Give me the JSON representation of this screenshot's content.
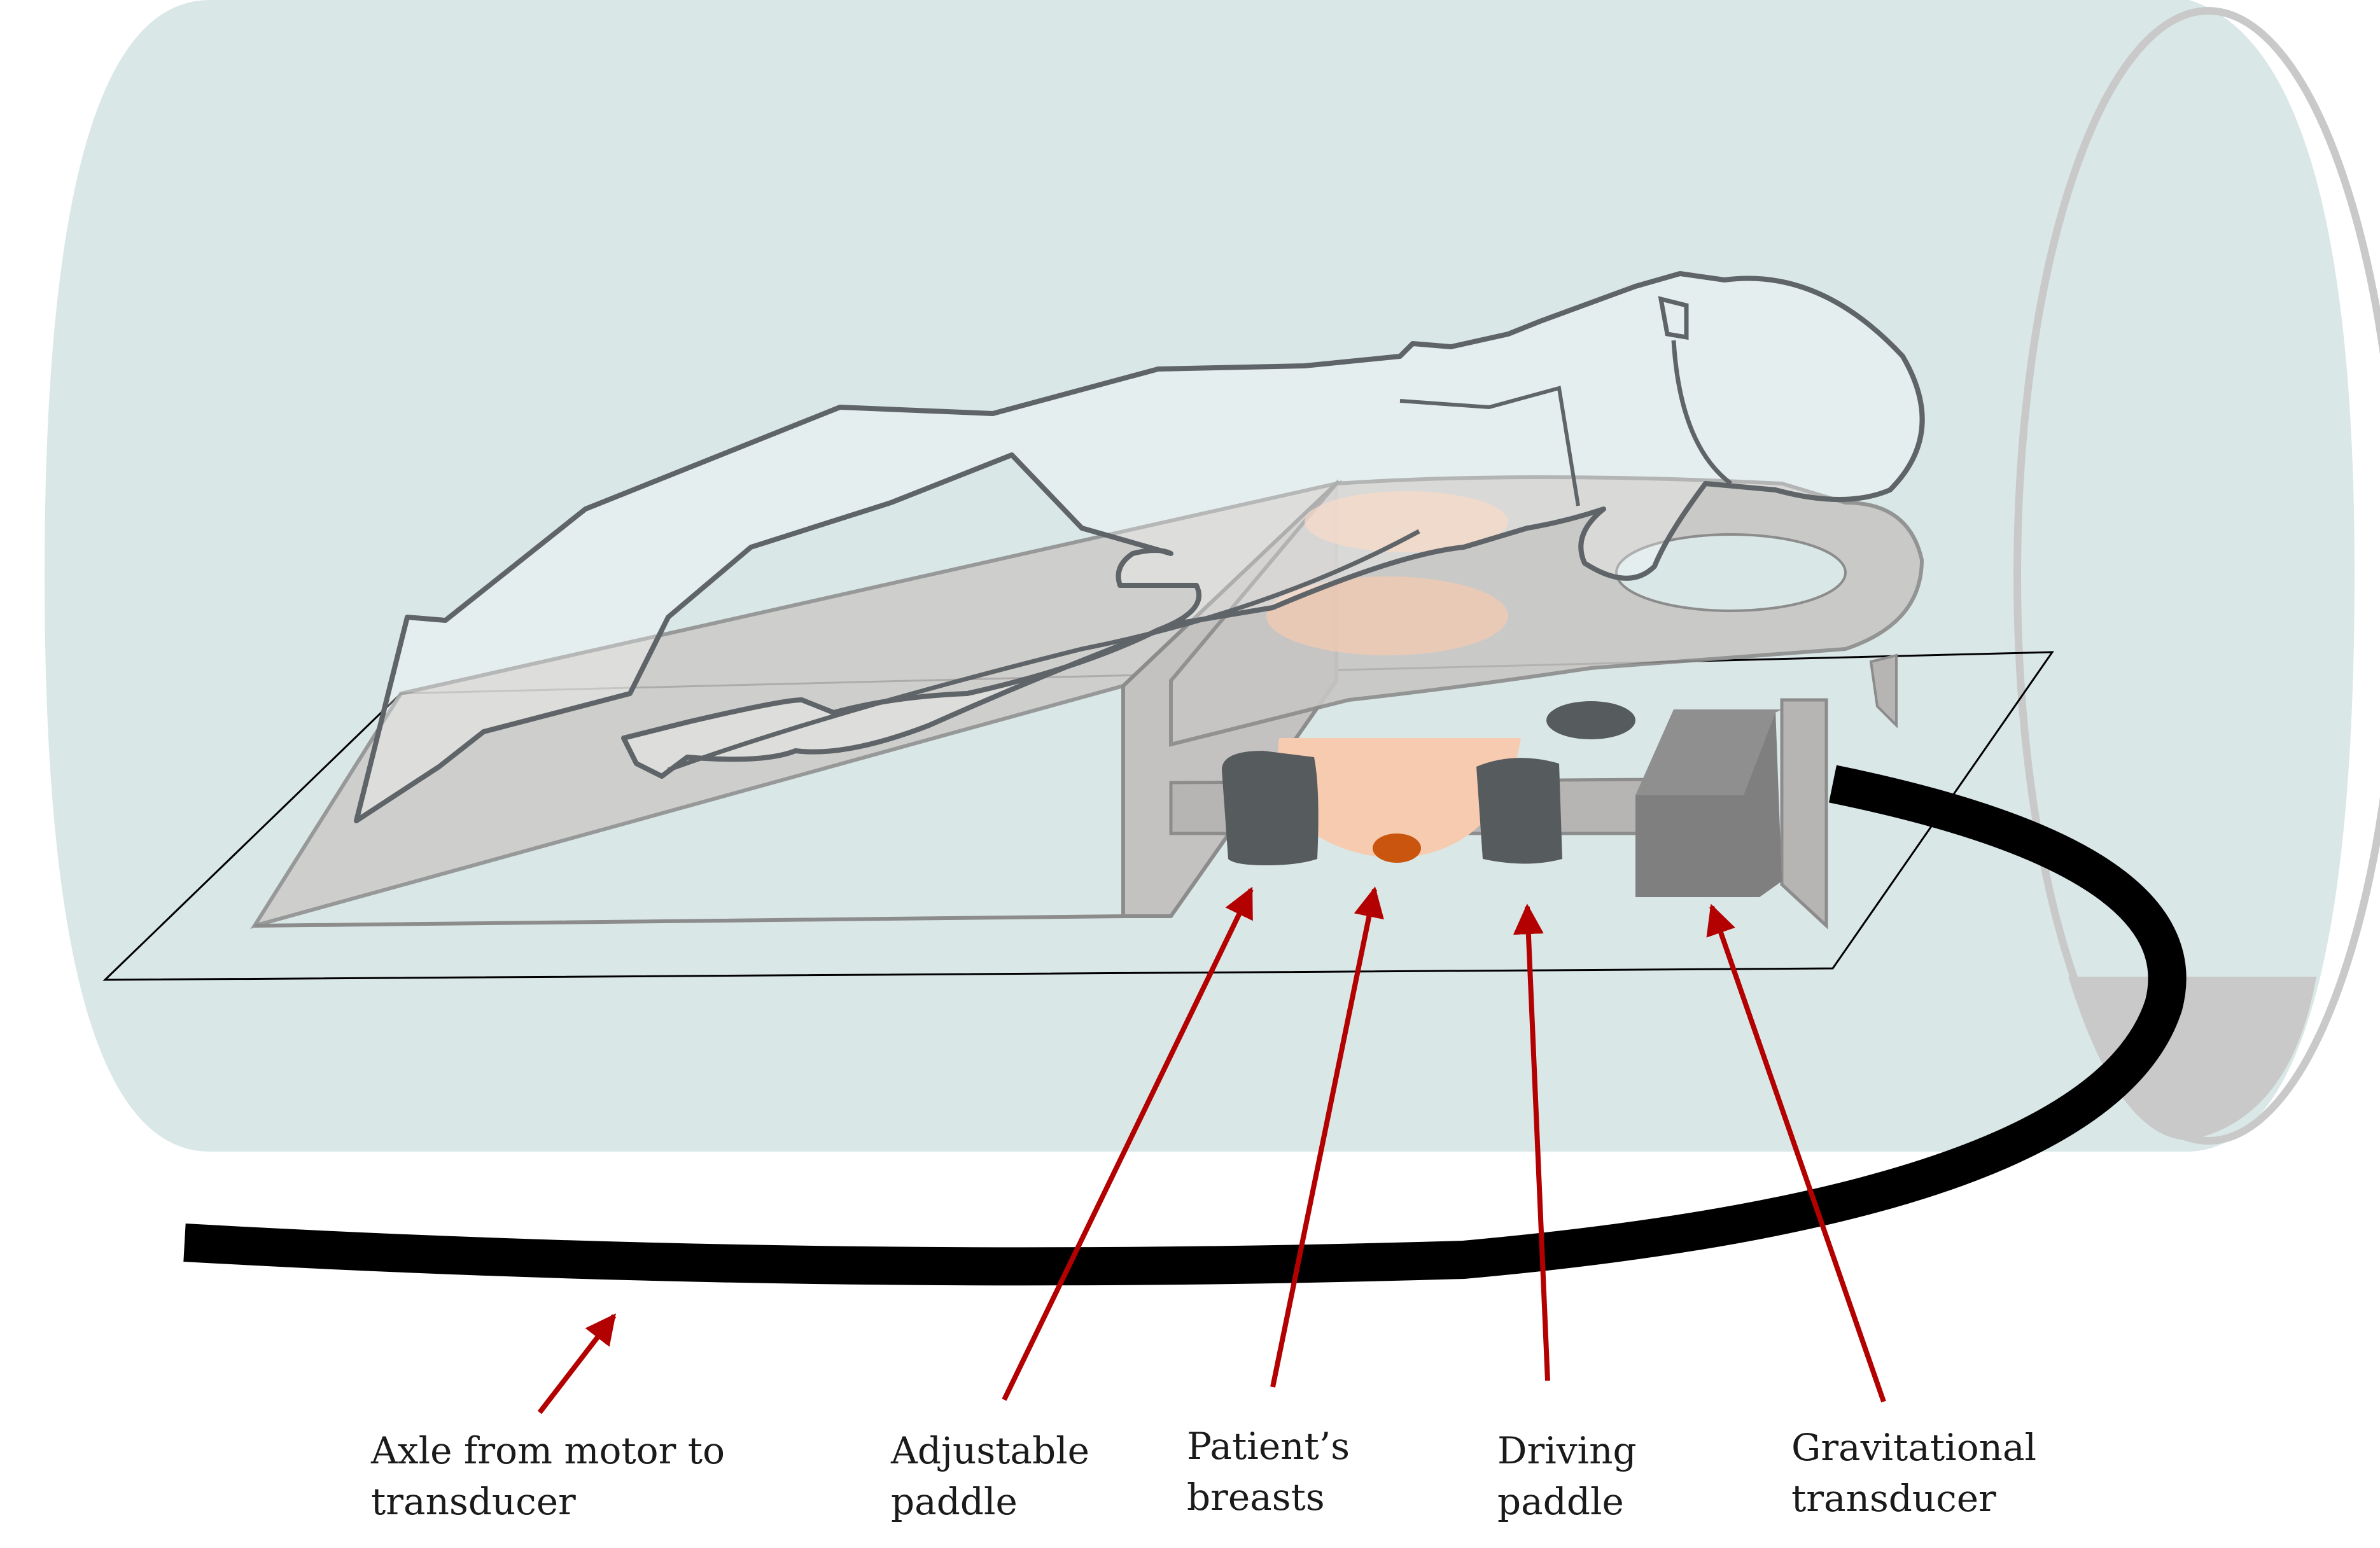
{
  "labels": {
    "axle": [
      "Axle from motor to",
      "transducer"
    ],
    "adjustable_paddle": [
      "Adjustable",
      "paddle"
    ],
    "breasts": [
      "Patient’s",
      "breasts"
    ],
    "driving_paddle": [
      "Driving",
      "paddle"
    ],
    "gravitational_transducer": [
      "Gravitational",
      "transducer"
    ]
  },
  "colors": {
    "bore": "#dae7e7",
    "bore_edge": "#c9c9c9",
    "platform": "#bfbfbf",
    "paddle": "#555a5d",
    "transducer": "#7f7f7f",
    "breast": "#f7cbb0",
    "nipple": "#c9550f",
    "axle": "#000000",
    "arrow": "#b30000",
    "outline": "#5f6468"
  }
}
